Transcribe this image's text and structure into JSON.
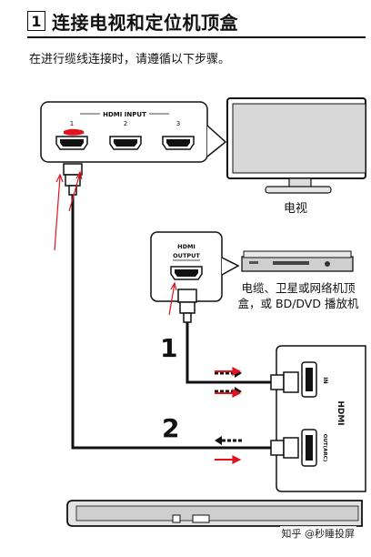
{
  "header": {
    "section_number": "1",
    "title": "连接电视和定位机顶盒"
  },
  "intro_text": "在进行缆线连接时，请遵循以下步骤。",
  "tv": {
    "panel_title": "HDMI INPUT",
    "ports": [
      "1",
      "2",
      "3"
    ],
    "label": "电视"
  },
  "device": {
    "panel_title_line1": "HDMI",
    "panel_title_line2": "OUTPUT",
    "label": "电缆、卫星或网络机顶盒，或 BD/DVD 播放机"
  },
  "soundbar_panel": {
    "port_in_label": "IN",
    "port_out_label": "OUT(ARC)",
    "brand_label": "HDMI"
  },
  "steps": [
    "1",
    "2"
  ],
  "watermark": "知乎 @秒睡投屏",
  "colors": {
    "annotation_red": "#e0141e",
    "line": "#111111",
    "tv_screen": "#d8d8d8",
    "device_body": "#cfcfcf"
  }
}
